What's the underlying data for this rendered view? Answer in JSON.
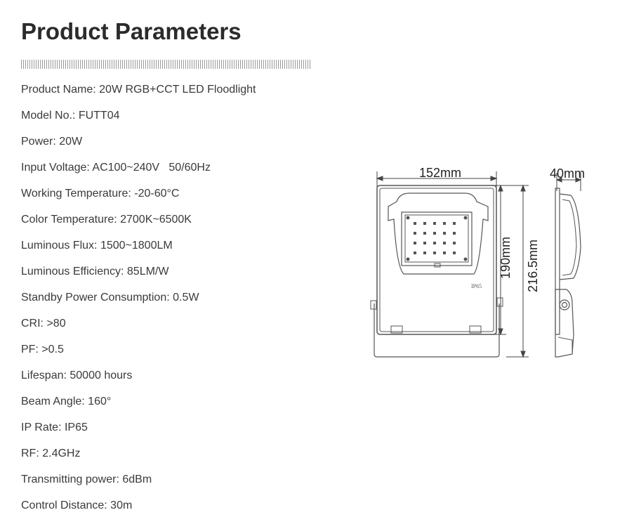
{
  "page": {
    "title": "Product Parameters"
  },
  "parameters": [
    "Product Name: 20W RGB+CCT LED Floodlight",
    "Model No.: FUTT04",
    "Power: 20W",
    "Input Voltage: AC100~240V   50/60Hz",
    "Working Temperature: -20-60°C",
    "Color Temperature: 2700K~6500K",
    "Luminous Flux: 1500~1800LM",
    "Luminous Efficiency: 85LM/W",
    "Standby Power Consumption: 0.5W",
    "CRI: >80",
    "PF: >0.5",
    "Lifespan: 50000 hours",
    "Beam Angle: 160°",
    "IP Rate: IP65",
    "RF: 2.4GHz",
    "Transmitting power: 6dBm",
    "Control Distance: 30m"
  ],
  "drawing": {
    "width_label": "152mm",
    "depth_label": "40mm",
    "height_label": "190mm",
    "total_height_label": "216.5mm",
    "rating_mark": "IP65"
  }
}
